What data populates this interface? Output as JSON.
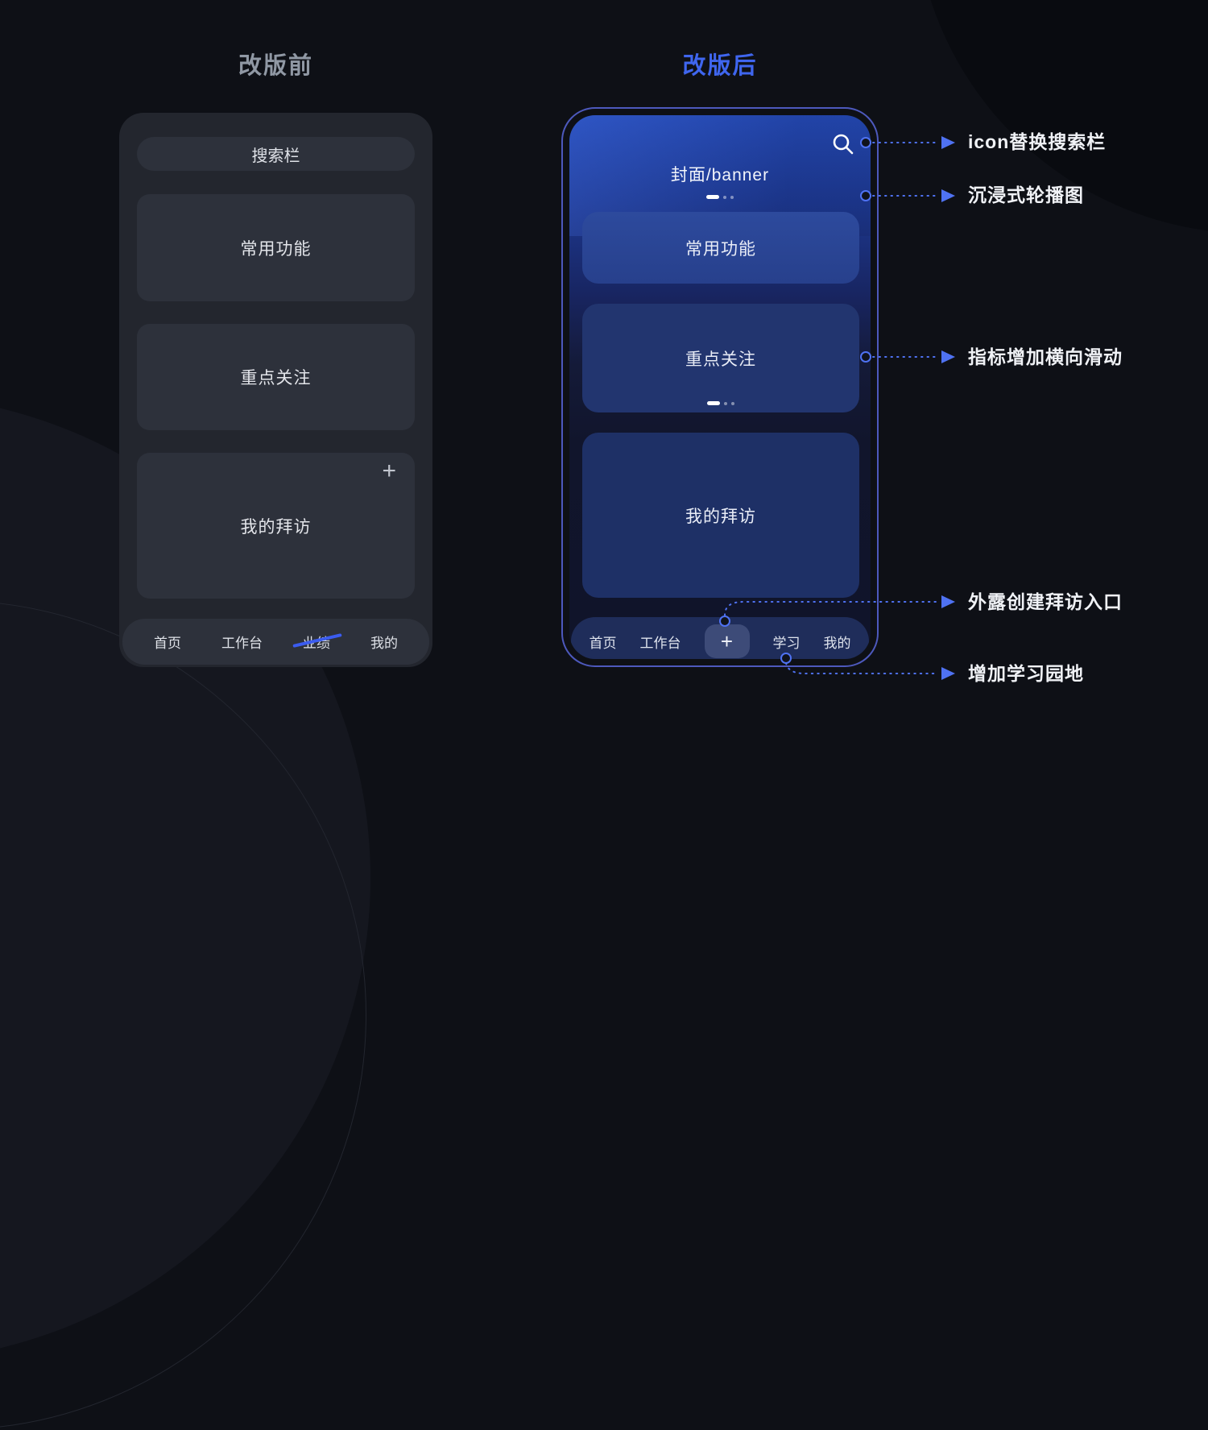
{
  "titles": {
    "before": "改版前",
    "after": "改版后"
  },
  "before_phone": {
    "search_bar_label": "搜索栏",
    "cards": [
      {
        "label": "常用功能"
      },
      {
        "label": "重点关注"
      },
      {
        "label": "我的拜访",
        "action_glyph": "+"
      }
    ],
    "tabs": [
      {
        "label": "首页"
      },
      {
        "label": "工作台"
      },
      {
        "label": "业绩",
        "struck_out": true
      },
      {
        "label": "我的"
      }
    ]
  },
  "after_phone": {
    "banner": {
      "label": "封面/banner",
      "icon": "search-icon",
      "carousel_dots": 3
    },
    "cards": [
      {
        "label": "常用功能"
      },
      {
        "label": "重点关注",
        "carousel_dots": 3
      },
      {
        "label": "我的拜访"
      }
    ],
    "tabs": [
      {
        "label": "首页"
      },
      {
        "label": "工作台"
      },
      {
        "label": "+",
        "type": "add-button"
      },
      {
        "label": "学习"
      },
      {
        "label": "我的"
      }
    ]
  },
  "annotations": [
    {
      "label": "icon替换搜索栏"
    },
    {
      "label": "沉浸式轮播图"
    },
    {
      "label": "指标增加横向滑动"
    },
    {
      "label": "外露创建拜访入口"
    },
    {
      "label": "增加学习园地"
    }
  ],
  "colors": {
    "accent_blue": "#3f66ef",
    "annotation_line": "#4f72f2",
    "strike_blue": "#3b5cf0"
  }
}
